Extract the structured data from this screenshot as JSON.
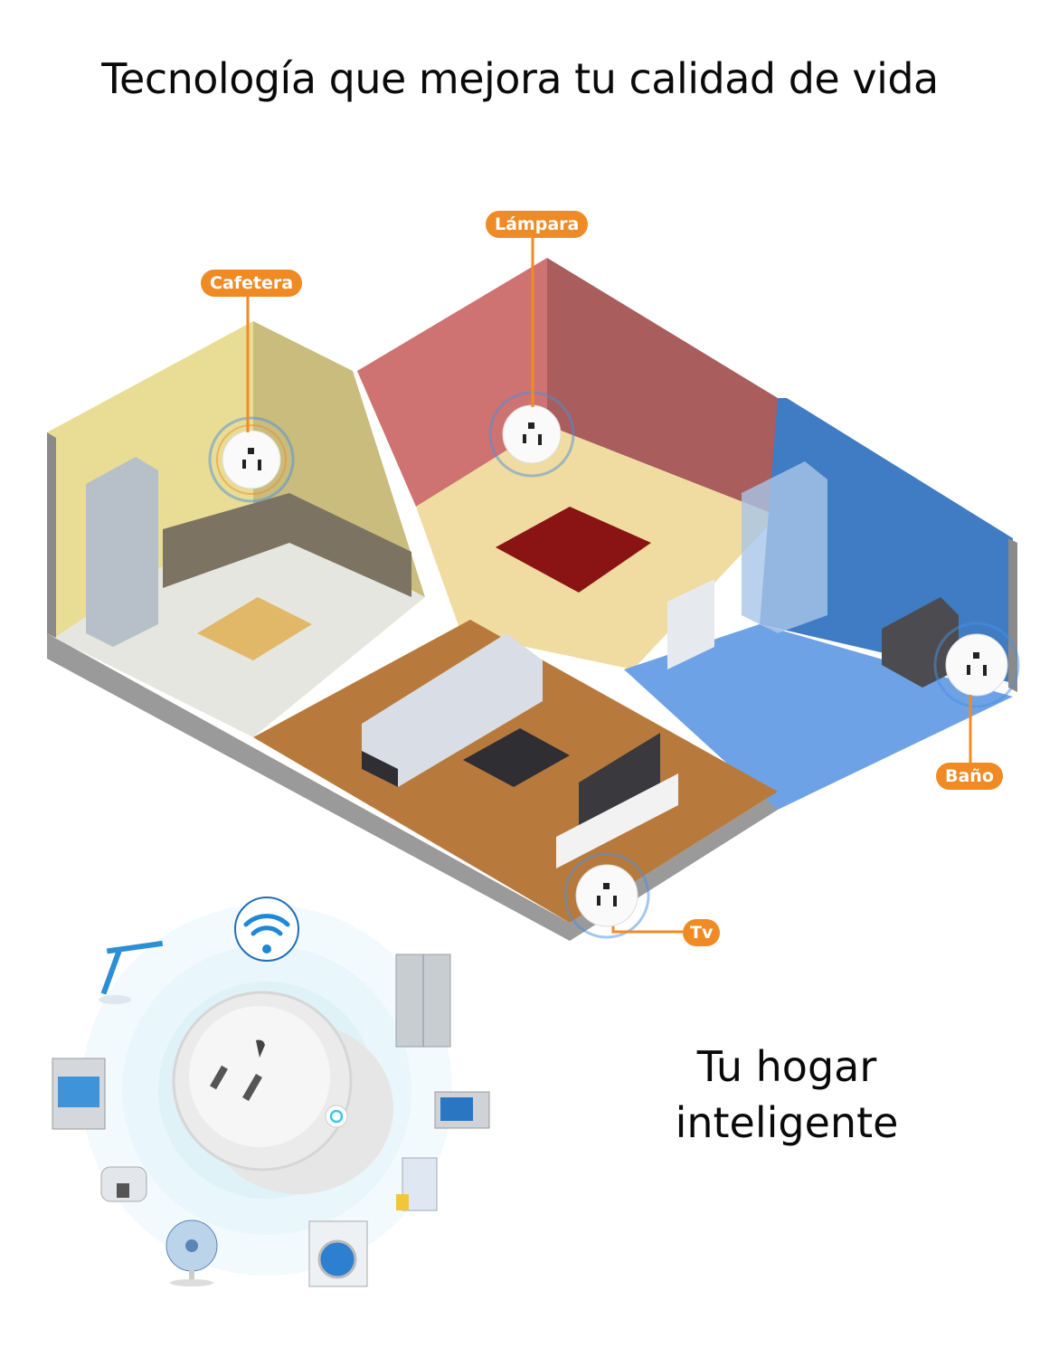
{
  "header": {
    "title": "Tecnología que mejora tu calidad de vida"
  },
  "rooms": [
    {
      "id": "kitchen",
      "label": "Cafetera"
    },
    {
      "id": "bedroom",
      "label": "Lámpara"
    },
    {
      "id": "bathroom",
      "label": "Baño"
    },
    {
      "id": "living-room",
      "label": "Tv"
    }
  ],
  "slogan": {
    "line1": "Tu hogar",
    "line2": "inteligente"
  },
  "appliances": [
    "wifi-icon",
    "desk-lamp-icon",
    "refrigerator-icon",
    "oven-icon",
    "microwave-icon",
    "rice-cooker-icon",
    "juicer-icon",
    "fan-icon",
    "washing-machine-icon"
  ],
  "colors": {
    "accent": "#f08a24",
    "kitchen_wall": "#e9dc94",
    "bedroom_wall": "#cf7272",
    "bathroom_wall": "#3f7cc4",
    "wood_floor": "#b87a3c",
    "glow": "#4a8fe0"
  }
}
